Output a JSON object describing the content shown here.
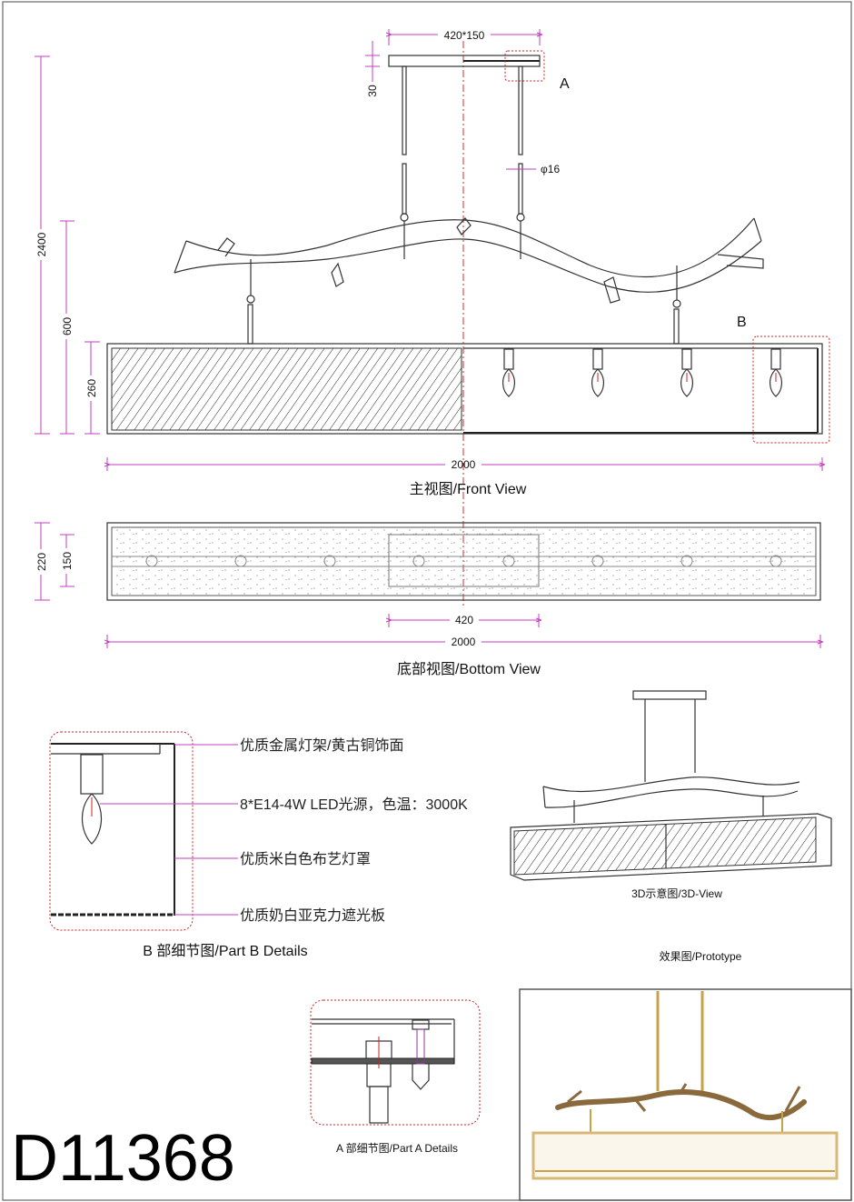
{
  "front_view": {
    "caption": "主视图/Front View",
    "dims": {
      "canopy": "420*150",
      "canopy_height": "30",
      "rod_diameter": "φ16",
      "total_height": "2400",
      "branch_drop": "600",
      "shade_height": "260",
      "width": "2000"
    },
    "callouts": {
      "a": "A",
      "b": "B"
    }
  },
  "bottom_view": {
    "caption": "底部视图/Bottom View",
    "dims": {
      "depth": "220",
      "inner_depth": "150",
      "canopy_width": "420",
      "width": "2000"
    }
  },
  "part_b": {
    "caption": "B 部细节图/Part B Details",
    "labels": [
      "优质金属灯架/黄古铜饰面",
      "8*E14-4W LED光源，色温：3000K",
      "优质米白色布艺灯罩",
      "优质奶白亚克力遮光板"
    ]
  },
  "view_3d": {
    "caption": "3D示意图/3D-View"
  },
  "prototype": {
    "caption": "效果图/Prototype"
  },
  "part_a": {
    "caption": "A 部细节图/Part A Details"
  },
  "model_number": "D11368",
  "colors": {
    "dimension": "#c33cc3",
    "detail_outline": "#d02020",
    "brass": "#c8a048"
  }
}
